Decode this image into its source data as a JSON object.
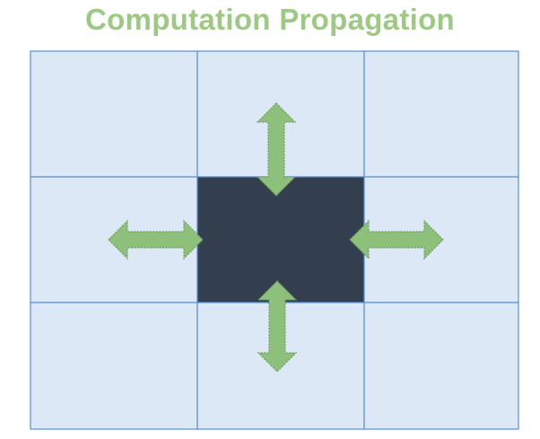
{
  "title": "Computation Propagation",
  "colors": {
    "title": "#9DC983",
    "cell_fill": "#DCE8F6",
    "grid_line": "#5B8FD0",
    "center_fill": "#333F4F",
    "arrow_fill": "#8DC07A",
    "arrow_outline": "#6E9E5B"
  },
  "grid": {
    "rows": 3,
    "cols": 3,
    "highlighted_cell": "row 2, column 2"
  },
  "arrows": [
    {
      "name": "up-arrow",
      "direction": "up"
    },
    {
      "name": "down-arrow",
      "direction": "down"
    },
    {
      "name": "left-arrow",
      "direction": "left"
    },
    {
      "name": "right-arrow",
      "direction": "right"
    }
  ]
}
